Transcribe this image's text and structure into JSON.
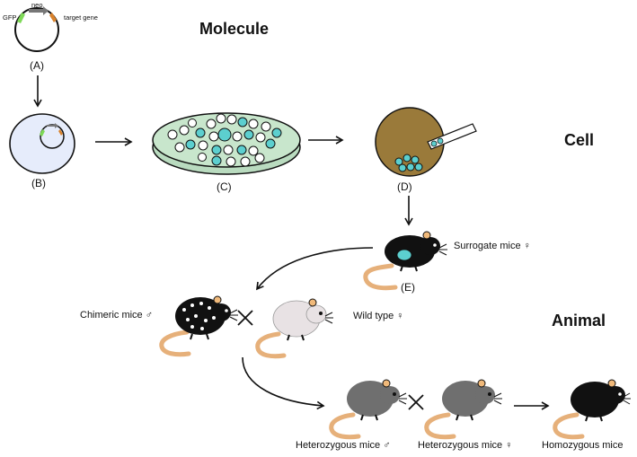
{
  "stages": {
    "molecule": "Molecule",
    "cell": "Cell",
    "animal": "Animal"
  },
  "plasmid": {
    "gfp": "GFP",
    "neo": "neo",
    "target": "target gene"
  },
  "steps": {
    "a": "(A)",
    "b": "(B)",
    "c": "(C)",
    "d": "(D)",
    "e": "(E)"
  },
  "mice": {
    "surrogate": "Surrogate mice ♀",
    "chimeric": "Chimeric mice ♂",
    "wild_type": "Wild type ♀",
    "het_male": "Heterozygous mice ♂",
    "het_female": "Heterozygous mice ♀",
    "homozygous": "Homozygous mice"
  },
  "colors": {
    "gfp": "#7ed957",
    "neo": "#777777",
    "target": "#d9822b",
    "cell_fill": "#e6ecfb",
    "dish_fill": "#b9dbbf",
    "colony_cyan": "#5ccfcf",
    "dish_d_fill": "#9a7a3a",
    "black_mouse": "#111111",
    "gray_mouse": "#6f6f6f",
    "wild_mouse": "#e8e2e4",
    "tail": "#e6b07a",
    "ear": "#f0b97a"
  }
}
